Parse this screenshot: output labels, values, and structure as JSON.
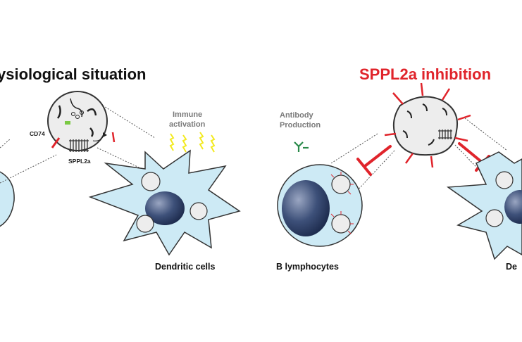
{
  "left_panel": {
    "title": "ysiological situation",
    "labels": {
      "cd74": "CD74",
      "sppl2a": "SPPL2a",
      "immune_activation_line1": "Immune",
      "immune_activation_line2": "activation",
      "dendritic_cells": "Dendritic cells"
    }
  },
  "right_panel": {
    "title": "SPPL2a inhibition",
    "labels": {
      "antibody_line1": "Antibody",
      "antibody_line2": "Production",
      "b_lymphocytes": "B lymphocytes",
      "dendritic_cells_cut": "De"
    }
  },
  "colors": {
    "inhibition_red": "#e0242b",
    "cell_fill": "#cdeaf5",
    "nucleus": "#2d3f66",
    "bolt_yellow": "#f3ea1f",
    "antibody_green": "#2a8a4a",
    "cd74_green": "#7ac943"
  },
  "icons": [
    "lightning-bolt-icon",
    "antibody-icon",
    "inhibition-arrow-icon"
  ]
}
